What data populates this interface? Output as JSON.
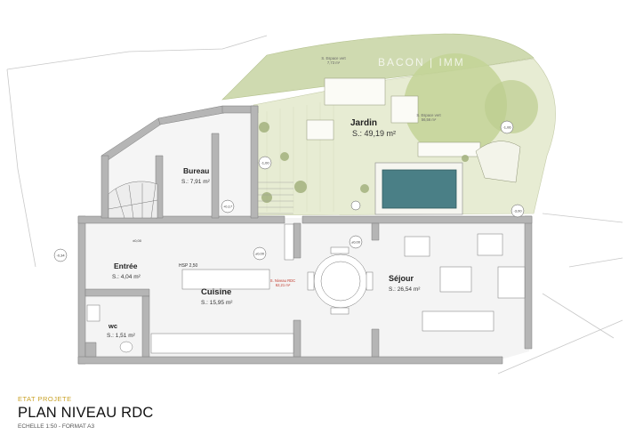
{
  "brand": "BACON | IMM",
  "caption": {
    "state": "ETAT PROJETE",
    "title": "PLAN NIVEAU RDC",
    "scale": "ECHELLE 1:50 - FORMAT A3"
  },
  "rooms": {
    "jardin": {
      "name": "Jardin",
      "area": "S.: 49,19 m²"
    },
    "bureau": {
      "name": "Bureau",
      "area": "S.: 7,91 m²"
    },
    "entree": {
      "name": "Entrée",
      "area": "S.: 4,04 m²"
    },
    "cuisine": {
      "name": "Cuisine",
      "area": "S.: 15,95 m²"
    },
    "sejour": {
      "name": "Séjour",
      "area": "S.: 26,54 m²"
    },
    "wc": {
      "name": "wc",
      "area": "S.: 1,51 m²"
    }
  },
  "green_space_top": {
    "label": "S. Espace vert",
    "area": "7,73 m²"
  },
  "green_space_right": {
    "label": "S. Espace vert",
    "area": "56,56 m²"
  },
  "hsp": "HSP 2,50",
  "rdc_note": {
    "label": "S. Niveau RDC",
    "area": "62,21 m²"
  },
  "levels": {
    "l_neg034": "-0,34",
    "l_neg100": "-1,00",
    "l_neg106": "-1,06",
    "l_neg300": "-3,00",
    "l_pos017": "+0,17",
    "l_000a": "±0,00",
    "l_000b": "±0,00",
    "l_000c": "±0,00"
  },
  "colors": {
    "wall": "#b5b5b5",
    "garden": "#e7ecd3",
    "slope": "#cfdab0",
    "tree": "#c3d497",
    "pool": "#4a7f86",
    "floor": "#f4f4f4",
    "accent": "#c9a227"
  }
}
